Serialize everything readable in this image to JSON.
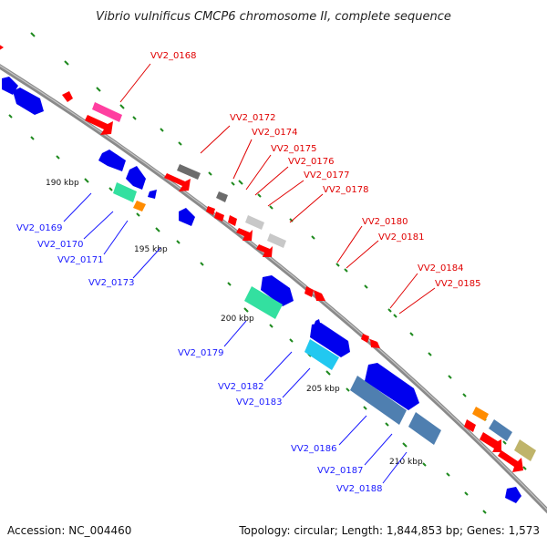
{
  "title": "Vibrio vulnificus CMCP6 chromosome II, complete sequence",
  "footer": {
    "accession": "Accession: NC_004460",
    "topology": "Topology: circular; Length: 1,844,853 bp; Genes: 1,573"
  },
  "colors": {
    "backbone": "#8a8a8a",
    "forward_red": "#ff0000",
    "reverse_blue": "#0000ee",
    "label_red": "#e00000",
    "label_blue": "#1a1aff",
    "tick_green": "#1f8a1f",
    "magenta": "#ff3fa0",
    "gray": "#6c6c6c",
    "light_gray": "#c8c8c8",
    "aqua_green": "#33e0a0",
    "cyan": "#22c8f0",
    "steel_blue": "#4f7fb0",
    "orange": "#ff8c00",
    "olive": "#bfb46a"
  },
  "scale_labels": [
    "190 kbp",
    "195 kbp",
    "200 kbp",
    "205 kbp",
    "210 kbp"
  ],
  "gene_labels_red": [
    "VV2_0168",
    "VV2_0172",
    "VV2_0174",
    "VV2_0175",
    "VV2_0176",
    "VV2_0177",
    "VV2_0178",
    "VV2_0180",
    "VV2_0181",
    "VV2_0184",
    "VV2_0185"
  ],
  "gene_labels_blue": [
    "VV2_0169",
    "VV2_0170",
    "VV2_0171",
    "VV2_0173",
    "VV2_0179",
    "VV2_0182",
    "VV2_0183",
    "VV2_0186",
    "VV2_0187",
    "VV2_0188"
  ]
}
